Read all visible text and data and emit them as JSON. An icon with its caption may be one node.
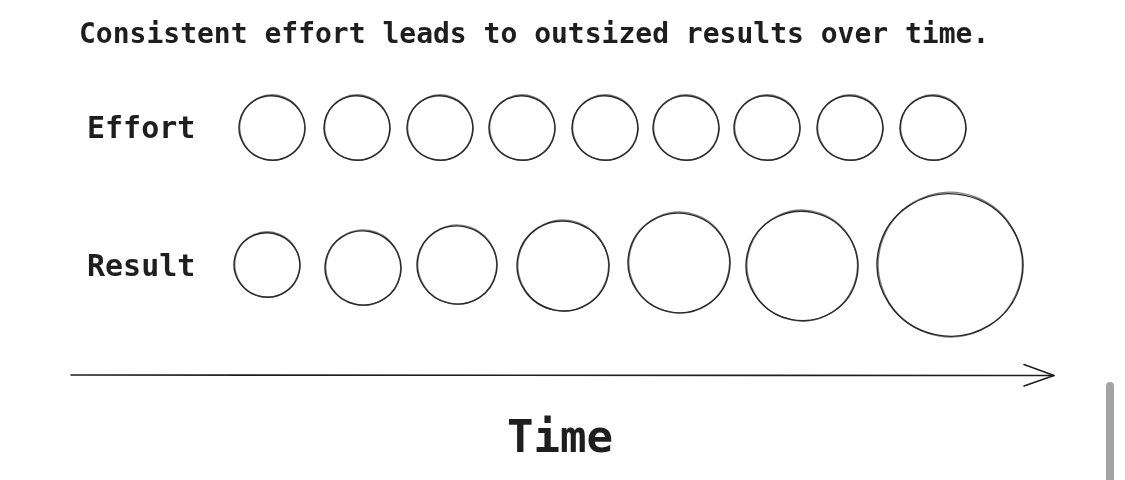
{
  "diagram": {
    "title": "Consistent effort leads to outsized results over time.",
    "nodes": [
      {
        "text": [],
        "shape": "circle"
      },
      {
        "text": [],
        "shape": "circle"
      },
      {
        "text": [],
        "shape": "circle"
      },
      {
        "text": [],
        "shape": "circle"
      },
      {
        "text": [],
        "shape": "circle"
      },
      {
        "text": [],
        "shape": "circle"
      },
      {
        "text": [],
        "shape": "circle"
      },
      {
        "text": [],
        "shape": "circle"
      },
      {
        "text": [],
        "shape": "circle"
      },
      {
        "text": [],
        "shape": "circle"
      },
      {
        "text": [],
        "shape": "circle"
      },
      {
        "text": [],
        "shape": "circle"
      },
      {
        "text": [],
        "shape": "circle"
      },
      {
        "text": [],
        "shape": "circle"
      },
      {
        "text": [],
        "shape": "circle"
      },
      {
        "text": [],
        "shape": "circle"
      }
    ],
    "labels": [
      "Effort",
      "Result",
      "Time"
    ]
  }
}
